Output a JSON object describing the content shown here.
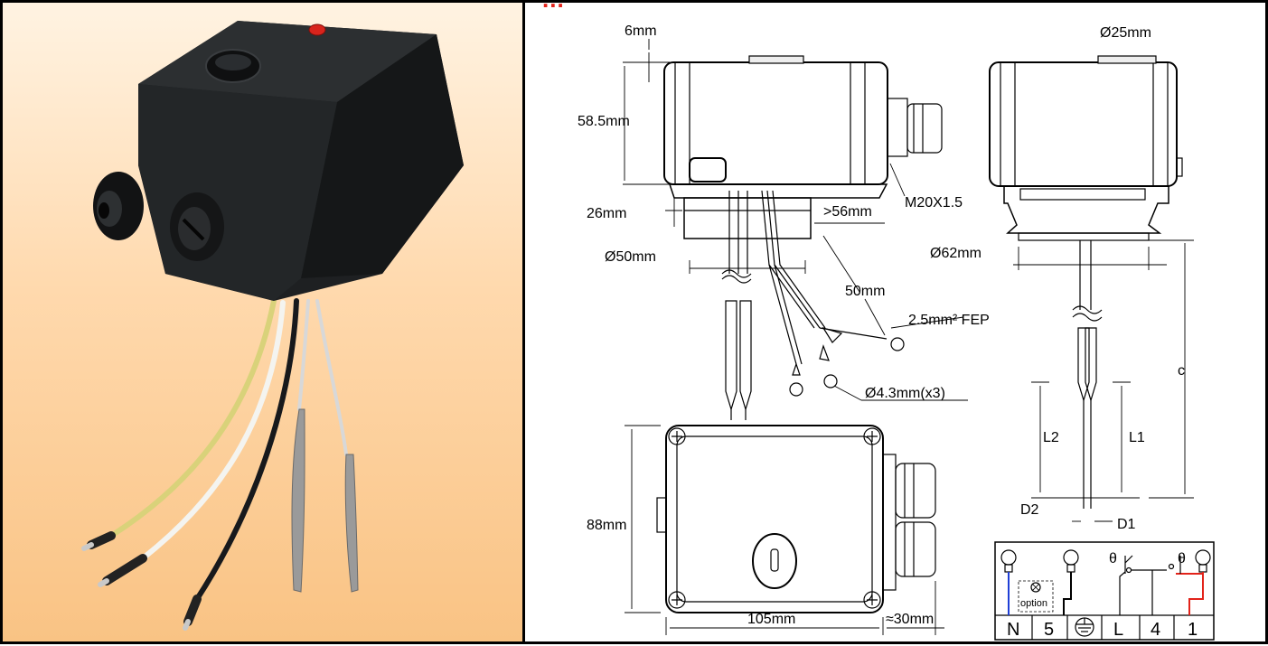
{
  "header": {
    "title": "..."
  },
  "dimensions": {
    "top_cap": "6mm",
    "cap_diameter": "Ø25mm",
    "body_height": "58.5mm",
    "flange_height": "26mm",
    "overhang": ">56mm",
    "flange_diameter": "Ø50mm",
    "cable_gland": "M20X1.5",
    "base_diameter": "Ø62mm",
    "wire_length": "50mm",
    "wire_spec": "2.5mm² FEP",
    "ring_terminal": "Ø4.3mm(x3)",
    "length_c": "c",
    "length_l1": "L1",
    "length_l2": "L2",
    "dia_d1": "D1",
    "dia_d2": "D2",
    "box_height": "88mm",
    "box_width": "105mm",
    "gland_depth": "≈30mm"
  },
  "wiring": {
    "theta1": "θ",
    "theta2": "θ",
    "option_label": "option",
    "terminals": [
      "N",
      "5",
      "",
      "L",
      "4",
      "1"
    ],
    "colors": {
      "neutral": "#1f3fd6",
      "live": "#e2231a"
    }
  },
  "photo": {
    "led_color": "#d8241c",
    "housing_color": "#1e2022"
  }
}
